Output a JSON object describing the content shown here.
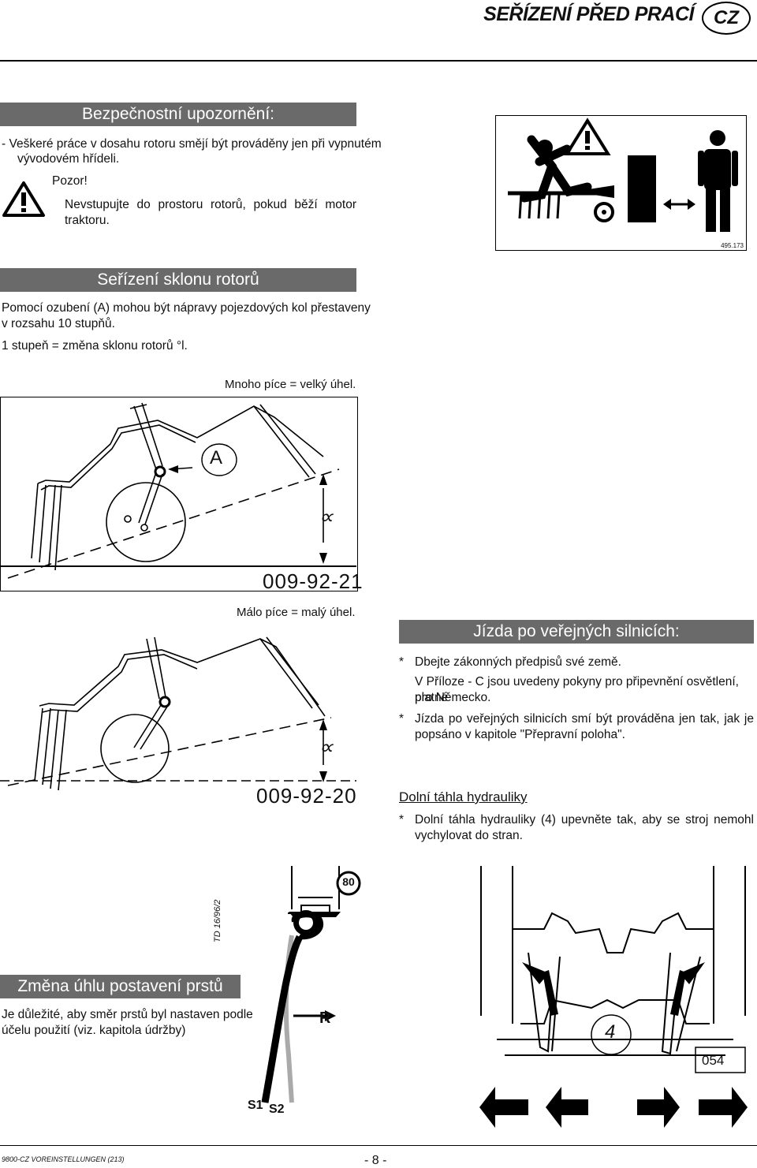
{
  "header": {
    "title": "SEŘÍZENÍ PŘED PRACÍ",
    "lang": "CZ"
  },
  "safety": {
    "heading": "Bezpečnostní upozornění:",
    "line1": "- Veškeré práce v dosahu rotoru smějí být prováděny jen při vypnutém",
    "line2": "vývodovém hřídeli.",
    "pozor": "Pozor!",
    "warn1": "Nevstupujte do prostoru rotorů, pokud běží motor",
    "warn2": "traktoru.",
    "sticker_id": "495.173"
  },
  "tilt": {
    "heading": "Seřízení sklonu rotorů",
    "line1": "Pomocí ozubení (A) mohou být nápravy pojezdových kol přestaveny",
    "line2": "v rozsahu 10 stupňů.",
    "line3": "1 stupeň = změna sklonu rotorů °l.",
    "fig1_caption": "Mnoho píce = velký úhel.",
    "fig1_label": "A",
    "fig1_number": "009-92-21",
    "fig2_caption": "Málo píce = malý úhel.",
    "fig2_number": "009-92-20",
    "alpha": "∝"
  },
  "road": {
    "heading": "Jízda po veřejných silnicích:",
    "b1": "Dbejte zákonných předpisů své země.",
    "b1a": "V Příloze - C jsou uvedeny pokyny pro připevnění osvětlení, platné",
    "b1b": "pro Německo.",
    "b2a": "Jízda po veřejných silnicích smí být prováděna jen tak, jak je",
    "b2b": "popsáno v kapitole \"Přepravní poloha\".",
    "star": "*"
  },
  "hydraulics": {
    "heading": "Dolní táhla hydrauliky",
    "l1": "Dolní táhla hydrauliky (4) upevněte tak, aby se stroj nemohl",
    "l2": "vychylovat do stran.",
    "fig_label": "4",
    "fig_number": "054"
  },
  "tines": {
    "heading": "Změna úhlu postavení prstů",
    "l1": "Je důležité, aby směr prstů byl nastaven podle",
    "l2": "účelu použití (viz. kapitola údržby)",
    "fig_code": "TD 16/96/2",
    "badge": "80",
    "r_label": "R",
    "s1": "S1",
    "s2": "S2"
  },
  "footer": {
    "left": "9800-CZ VOREINSTELLUNGEN (213)",
    "page": "- 8 -"
  }
}
